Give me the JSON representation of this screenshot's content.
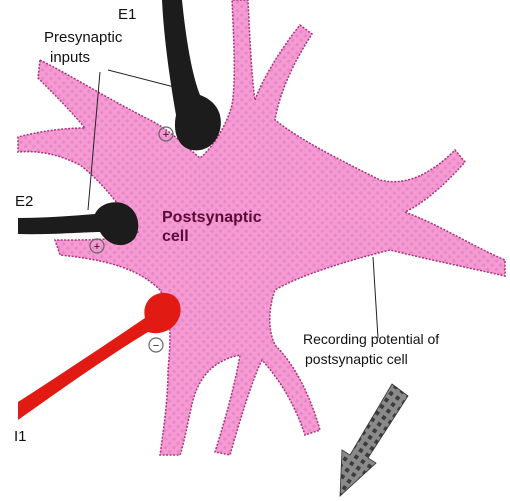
{
  "labels": {
    "e1": "E1",
    "presynaptic_line1": "Presynaptic",
    "presynaptic_line2": "inputs",
    "e2": "E2",
    "i1": "I1",
    "postsynaptic_line1": "Postsynaptic",
    "postsynaptic_line2": "cell",
    "recording_line1": "Recording potential of",
    "recording_line2": "postsynaptic cell"
  },
  "synapse_signs": {
    "e1": "+",
    "e2": "+",
    "i1": "−"
  },
  "colors": {
    "cell_fill": "#f59bd3",
    "cell_outline": "#a8327a",
    "excitatory_axon": "#1c1c1c",
    "inhibitory_axon": "#e11a14",
    "electrode": "#555555"
  }
}
